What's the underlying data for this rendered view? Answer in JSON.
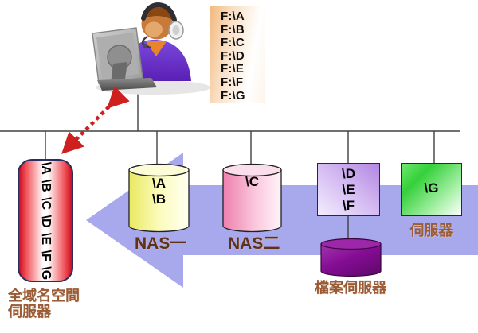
{
  "drive_list": {
    "items": [
      "F:\\A",
      "F:\\B",
      "F:\\C",
      "F:\\D",
      "F:\\E",
      "F:\\F",
      "F:\\G"
    ]
  },
  "namespace_server": {
    "paths": "\\A \\B \\C \\D \\E \\F \\G",
    "label": "全域名空間\n伺服器"
  },
  "nas1": {
    "paths": "\\A\n\\B",
    "label": "NAS一"
  },
  "nas2": {
    "paths": "\\C",
    "label": "NAS二"
  },
  "branch_shares": {
    "paths": "\\D\n\\E\n\\F"
  },
  "file_server": {
    "label": "檔案伺服器"
  },
  "server": {
    "paths": "\\G",
    "label": "伺服器"
  },
  "colors": {
    "namespace_capsule": "#c90f22",
    "nas1_cylinder": "#efef72",
    "nas2_cylinder": "#f287b5",
    "branch_square": "#b286e2",
    "server_square": "#35d03a",
    "file_server_cylinder": "#8a0f9a",
    "consolidation_arrow": "#a8a8ec",
    "link_arrow": "#cf1f1f",
    "label_brown": "#9a5b35",
    "nas_label_brown": "#5e3118"
  }
}
